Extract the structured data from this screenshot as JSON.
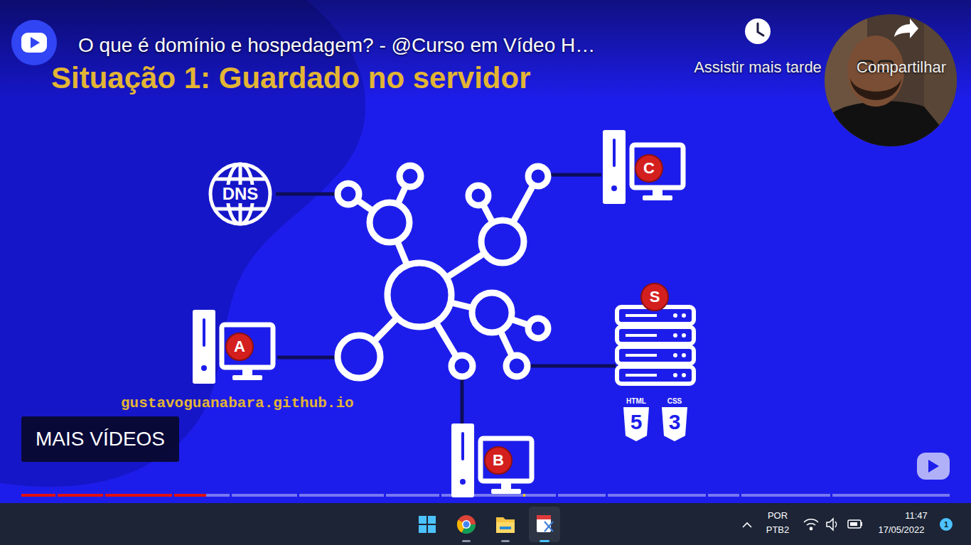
{
  "diagram": {
    "title": "Situação 1: Guardado no servidor",
    "nodes": [
      {
        "text": [
          "DNS"
        ]
      },
      {
        "text": [
          "C"
        ]
      },
      {
        "text": [
          "S"
        ]
      },
      {
        "text": [
          "A"
        ]
      },
      {
        "text": [
          "HTML",
          "5"
        ]
      },
      {
        "text": [
          "CSS",
          "3"
        ]
      },
      {
        "text": [
          "MAIS VÍDEOS"
        ]
      },
      {
        "text": [
          "B"
        ]
      },
      {
        "text": [
          "1"
        ]
      }
    ],
    "labels": [
      "O que é domínio e hospedagem? - @Curso em Vídeo H…",
      "Assistir mais tarde",
      "Compartilhar",
      "gustavoguanabara.github.io",
      "POR",
      "PTB2",
      "11:47",
      "17/05/2022"
    ]
  }
}
